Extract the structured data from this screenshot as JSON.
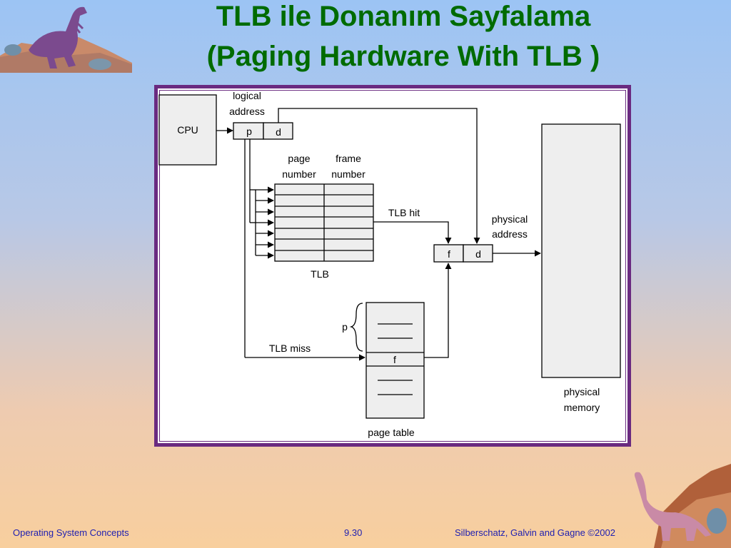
{
  "slide": {
    "title_line1": "TLB ile Donanım Sayfalama",
    "title_line2": "(Paging Hardware With TLB )"
  },
  "diagram": {
    "cpu_label": "CPU",
    "logical_address_label": [
      "logical",
      "address"
    ],
    "logical_fields": [
      "p",
      "d"
    ],
    "tlb_headers": {
      "page": [
        "page",
        "number"
      ],
      "frame": [
        "frame",
        "number"
      ]
    },
    "tlb_label": "TLB",
    "tlb_hit_label": "TLB hit",
    "tlb_miss_label": "TLB miss",
    "physical_address_label": [
      "physical",
      "address"
    ],
    "physical_fields": [
      "f",
      "d"
    ],
    "physical_memory_label": [
      "physical",
      "memory"
    ],
    "page_table_label": "page table",
    "page_table_p_label": "p",
    "page_table_f_label": "f"
  },
  "footer": {
    "left": "Operating System Concepts",
    "center": "9.30",
    "right": "Silberschatz, Galvin and  Gagne ©2002"
  },
  "colors": {
    "title": "#006b00",
    "frame_border": "#6a2a80",
    "footer_text": "#2020b0",
    "box_fill": "#eeeeee"
  }
}
